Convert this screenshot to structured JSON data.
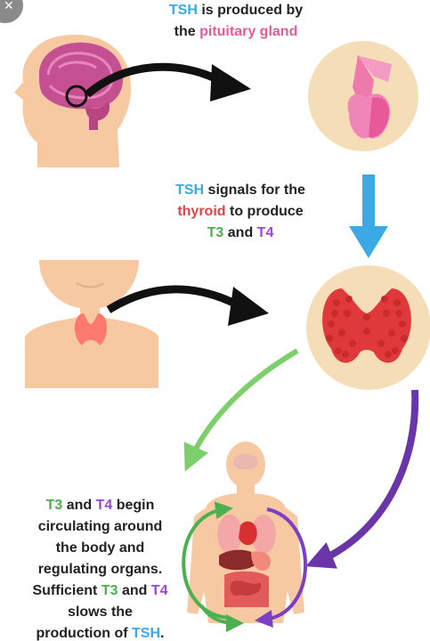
{
  "steps": {
    "step1": {
      "line1": {
        "hormone": "TSH",
        "text": " is produced by"
      },
      "line2": {
        "prefix": "the ",
        "gland": "pituitary gland"
      }
    },
    "step2": {
      "line1": {
        "hormone": "TSH",
        "text": " signals for the"
      },
      "line2": {
        "organ": "thyroid",
        "text": " to produce"
      },
      "line3": {
        "t3": "T3",
        "and": " and ",
        "t4": "T4"
      }
    },
    "step3": {
      "line1": {
        "t3": "T3",
        "and": " and ",
        "t4": "T4",
        "text": " begin"
      },
      "line2": "circulating around",
      "line3": "the body and",
      "line4": "regulating organs.",
      "line5": {
        "prefix": "Sufficient ",
        "t3": "T3",
        "and": " and ",
        "t4": "T4"
      },
      "line6": "slows the",
      "line7": {
        "prefix": "production of ",
        "hormone": "TSH",
        "suffix": "."
      }
    }
  },
  "colors": {
    "tsh": "#3aa9e6",
    "pituitary": "#e8599a",
    "thyroid": "#e04444",
    "t3": "#4cb050",
    "t4": "#9b45d6",
    "skin": "#f7c9a3",
    "circle_bg": "#f5ddb8",
    "arrow_black": "#111111",
    "arrow_blue": "#3aa9e6",
    "arrow_green": "#7ccf6a",
    "arrow_purple": "#6a35a8"
  },
  "icons": [
    "close-icon",
    "head-brain-icon",
    "pituitary-gland-icon",
    "neck-thyroid-icon",
    "thyroid-gland-icon",
    "body-organs-icon"
  ]
}
